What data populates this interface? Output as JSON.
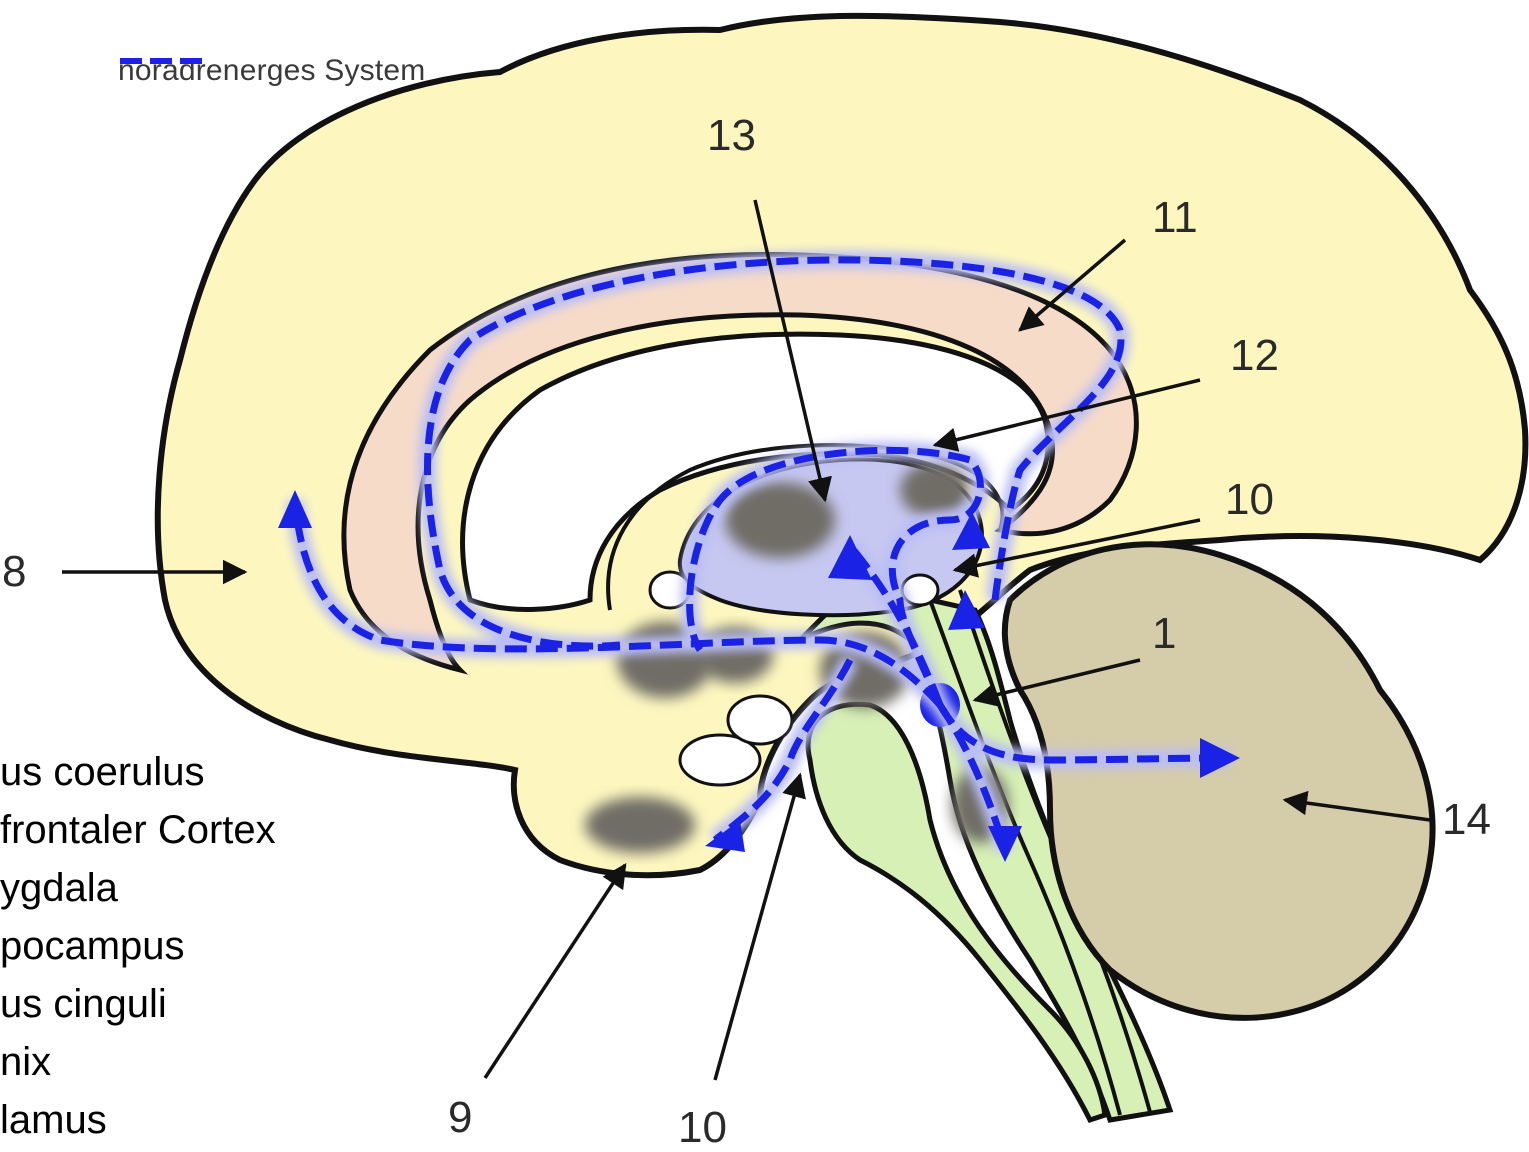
{
  "legend": {
    "label": "noradrenerges System",
    "color": "#1a22e6"
  },
  "callouts": {
    "n13": "13",
    "n11": "11",
    "n12": "12",
    "n10_right": "10",
    "n8": "8",
    "n1": "1",
    "n14": "14",
    "n9": "9",
    "n10_bottom": "10"
  },
  "key_list": [
    "us coerulus",
    "frontaler Cortex",
    "ygdala",
    "pocampus",
    "us cinguli",
    "nix",
    "lamus"
  ],
  "colors": {
    "cortex": "#fdf7bf",
    "cingulate": "#f6dbc9",
    "thalamus": "#c6c8f1",
    "brainstem": "#d7f0b5",
    "cerebellum": "#d5ccaa",
    "pathway": "#1a22e6",
    "nucleus_gray": "#6f6d66"
  }
}
